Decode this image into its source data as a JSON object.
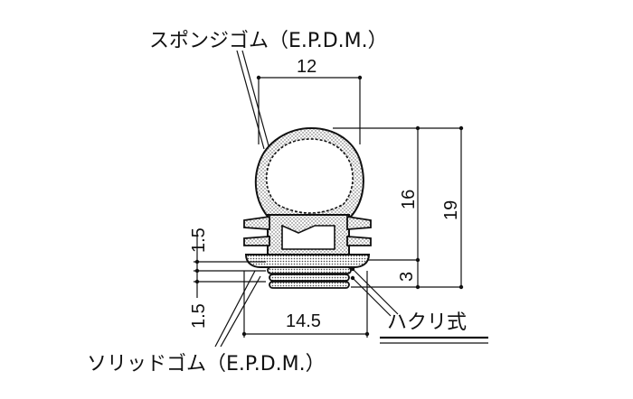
{
  "labels": {
    "sponge_rubber": "スポンジゴム（E.P.D.M.）",
    "solid_rubber": "ソリッドゴム（E.P.D.M.）",
    "peel_type": "ハクリ式"
  },
  "dimensions": {
    "width_top": "12",
    "width_bottom": "14.5",
    "height_total": "19",
    "height_bulb": "16",
    "height_base": "3",
    "thickness_upper": "1.5",
    "thickness_lower": "1.5"
  },
  "colors": {
    "line": "#111111",
    "sponge_fill": "#d9d9d9",
    "solid_fill": "#bdbdbd",
    "background": "#ffffff"
  }
}
